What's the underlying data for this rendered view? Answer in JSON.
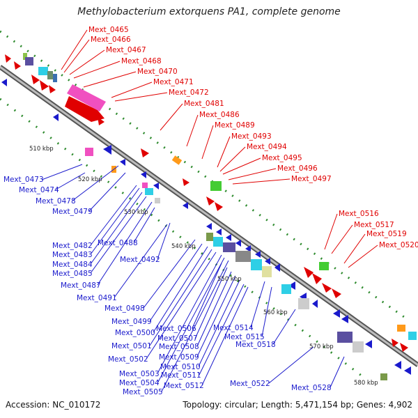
{
  "title": "Methylobacterium extorquens PA1, complete genome",
  "accession": "Accession: NC_010172",
  "summary": "Topology: circular; Length: 5,471,154 bp; Genes: 4,902",
  "kbp_labels": [
    "510 kbp",
    "520 kbp",
    "530 kbp",
    "540 kbp",
    "550 kbp",
    "560 kbp",
    "570 kbp",
    "580 kbp"
  ],
  "red_labels": [
    "Mext_0465",
    "Mext_0466",
    "Mext_0467",
    "Mext_0468",
    "Mext_0470",
    "Mext_0471",
    "Mext_0472",
    "Mext_0481",
    "Mext_0486",
    "Mext_0489",
    "Mext_0493",
    "Mext_0494",
    "Mext_0495",
    "Mext_0496",
    "Mext_0497",
    "Mext_0516",
    "Mext_0517",
    "Mext_0519",
    "Mext_0520"
  ],
  "blue_labels": [
    "Mext_0473",
    "Mext_0474",
    "Mext_0478",
    "Mext_0479",
    "Mext_0482",
    "Mext_0483",
    "Mext_0484",
    "Mext_0485",
    "Mext_0487",
    "Mext_0488",
    "Mext_0491",
    "Mext_0492",
    "Mext_0498",
    "Mext_0499",
    "Mext_0500",
    "Mext_0501",
    "Mext_0502",
    "Mext_0503",
    "Mext_0504",
    "Mext_0505",
    "Mext_0506",
    "Mext_0507",
    "Mext_0508",
    "Mext_0509",
    "Mext_0510",
    "Mext_0511",
    "Mext_0512",
    "Mext_0514",
    "Mext_0515",
    "Mext_0518",
    "Mext_0522",
    "Mext_0528"
  ],
  "colors": {
    "forward": "#e00000",
    "reverse": "#1a1acc",
    "backbone": "#8a8a8a",
    "ticks": "#2e8b2e"
  }
}
